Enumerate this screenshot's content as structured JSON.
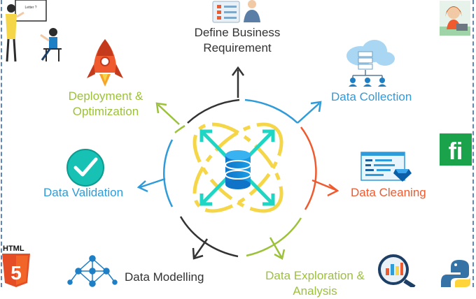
{
  "stages": {
    "define": {
      "line1": "Define Business",
      "line2": "Requirement"
    },
    "collection": {
      "label": "Data Collection"
    },
    "cleaning": {
      "label": "Data Cleaning"
    },
    "exploration": {
      "line1": "Data Exploration &",
      "line2": "Analysis"
    },
    "modelling": {
      "label": "Data Modelling"
    },
    "validation": {
      "label": "Data Validation"
    },
    "deployment": {
      "line1": "Deployment &",
      "line2": "Optimization"
    }
  },
  "badges": {
    "html_text": "HTML",
    "html_number": "5",
    "fi_logo": "fi",
    "board_note": "Letter ?"
  },
  "colors": {
    "dark": "#333333",
    "blue": "#2f9bd8",
    "orange": "#ef5a2f",
    "green": "#9cc13a",
    "cyan": "#1fd6c4",
    "yellow": "#f6d649",
    "fi_green": "#1aa34a",
    "html_orange": "#e44d26"
  }
}
